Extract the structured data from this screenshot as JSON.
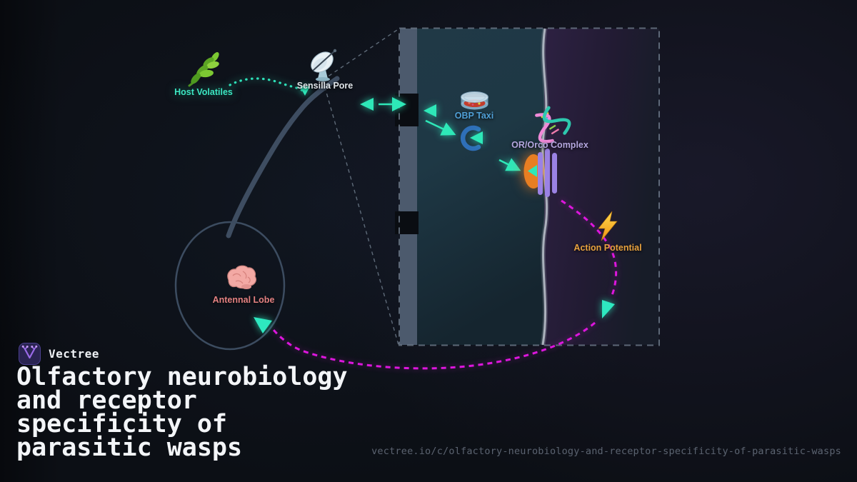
{
  "brand": {
    "name": "Vectree",
    "logo_icon": "vectree-v-icon"
  },
  "title_lines": [
    "Olfactory neurobiology",
    "and receptor",
    "specificity of",
    "parasitic wasps"
  ],
  "url": "vectree.io/c/olfactory-neurobiology-and-receptor-specificity-of-parasitic-wasps",
  "diagram": {
    "nodes": [
      {
        "id": "host-volatiles",
        "label": "Host Volatiles",
        "icon": "herb-icon",
        "label_color": "#3de6c3"
      },
      {
        "id": "sensilla-pore",
        "label": "Sensilla Pore",
        "icon": "satellite-dish-icon",
        "label_color": "#e0e5ea"
      },
      {
        "id": "obp-taxi",
        "label": "OBP Taxi",
        "icon": "petri-dish-icon",
        "label_color": "#4f9fd6"
      },
      {
        "id": "or-orco-complex",
        "label": "OR/Orco Complex",
        "icon": "dna-icon",
        "label_color": "#b4a6de"
      },
      {
        "id": "action-potential",
        "label": "Action Potential",
        "icon": "lightning-bolt-icon",
        "label_color": "#e8a23e"
      },
      {
        "id": "antennal-lobe",
        "label": "Antennal Lobe",
        "icon": "brain-icon",
        "label_color": "#e38181"
      }
    ],
    "colors": {
      "accent_teal": "#2ee8b8",
      "accent_magenta": "#dd16dd",
      "sensillum_lymph_fill": "#213b49",
      "hemolymph_fill": "#2d2142",
      "cuticle_wall": "#4c5a6d",
      "membrane": "#c6ccd6",
      "receptor_orange": "#e87e22",
      "ion_channel_purple": "#9b82e4",
      "obp_blue": "#2f6fb8",
      "bolt_gold": "#ffd94e"
    }
  }
}
